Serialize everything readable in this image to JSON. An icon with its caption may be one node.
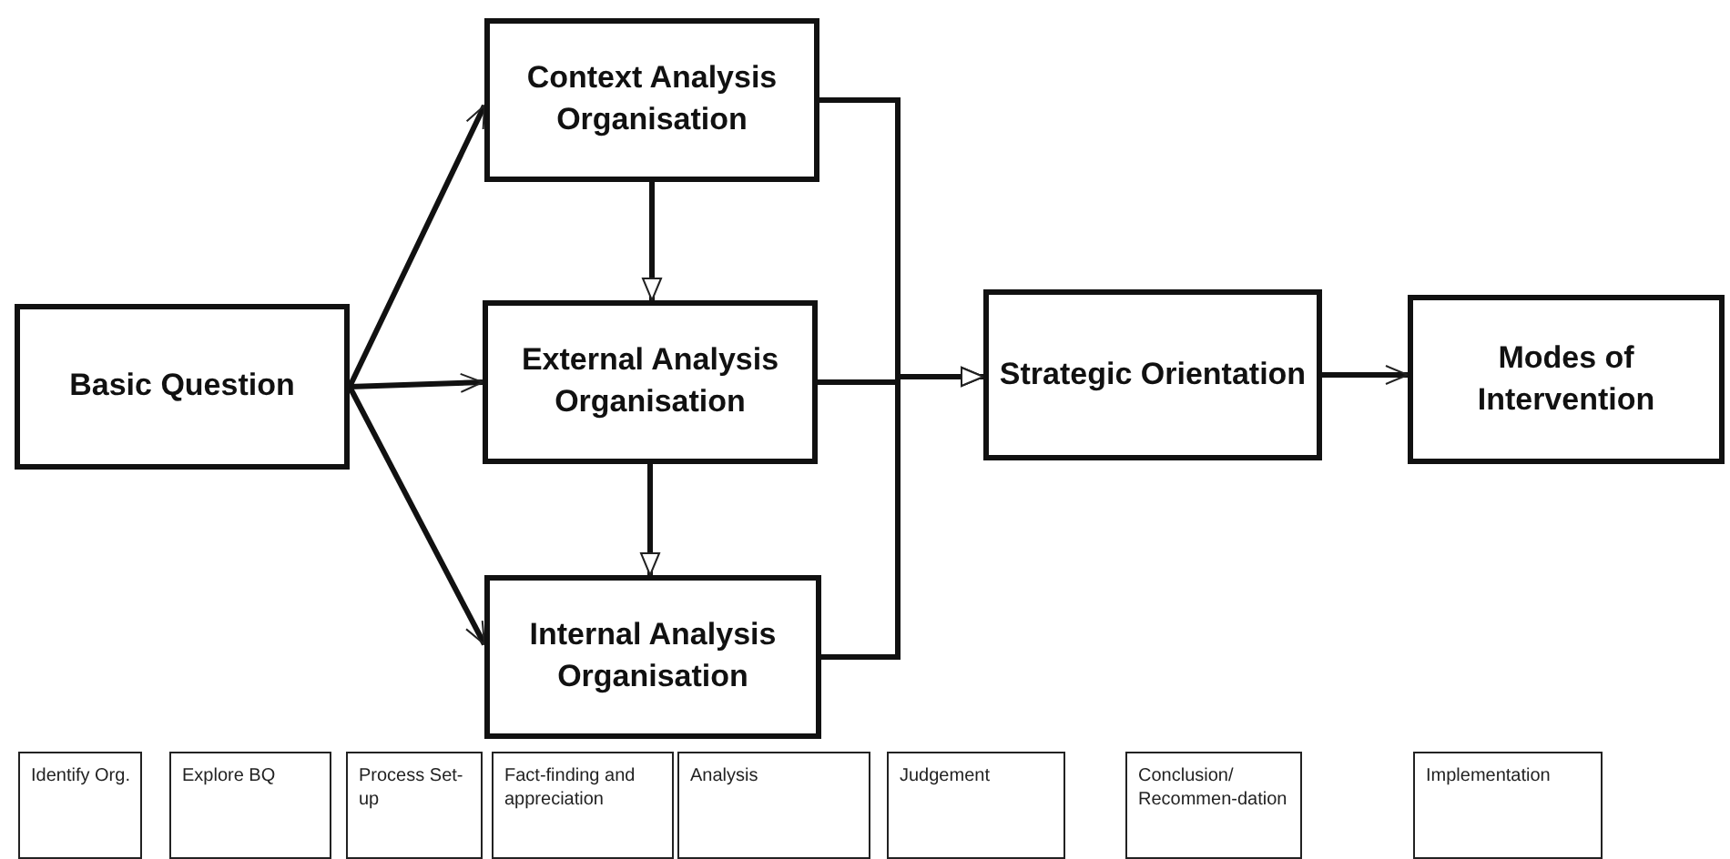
{
  "diagram": {
    "nodes": [
      {
        "text": [
          "Basic Question"
        ]
      },
      {
        "text": [
          "Context Analysis Organisation"
        ]
      },
      {
        "text": [
          "External Analysis Organisation"
        ]
      },
      {
        "text": [
          "Internal Analysis Organisation"
        ]
      },
      {
        "text": [
          "Strategic Orientation"
        ]
      },
      {
        "text": [
          "Modes of Intervention"
        ]
      },
      {
        "text": [
          "Identify Org."
        ]
      },
      {
        "text": [
          "Explore BQ"
        ]
      },
      {
        "text": [
          "Process Set-up"
        ]
      },
      {
        "text": [
          "Fact-finding and appreciation"
        ]
      },
      {
        "text": [
          "Analysis"
        ]
      },
      {
        "text": [
          "Judgement"
        ]
      },
      {
        "text": [
          "Conclusion/ Recommen-dation"
        ]
      },
      {
        "text": [
          "Implementation"
        ]
      }
    ],
    "edges": [
      {
        "from": 0,
        "to": 1,
        "arrow": "to"
      },
      {
        "from": 0,
        "to": 2,
        "arrow": "to"
      },
      {
        "from": 0,
        "to": 3,
        "arrow": "to"
      },
      {
        "from": 1,
        "to": 2,
        "arrow": "to"
      },
      {
        "from": 2,
        "to": 3,
        "arrow": "to"
      },
      {
        "from": 1,
        "to": 4,
        "arrow": "to"
      },
      {
        "from": 2,
        "to": 4,
        "arrow": "to"
      },
      {
        "from": 3,
        "to": 4,
        "arrow": "to"
      },
      {
        "from": 4,
        "to": 5,
        "arrow": "to"
      }
    ]
  }
}
